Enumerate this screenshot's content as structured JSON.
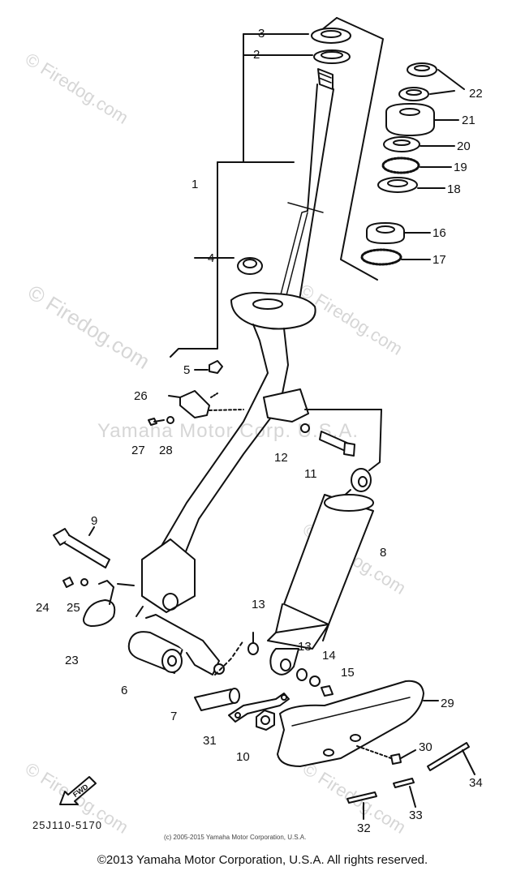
{
  "watermarks": {
    "site": "© Firedog.com",
    "center": "Yamaha Motor Corp. U.S.A."
  },
  "callouts": {
    "n1": "1",
    "n2": "2",
    "n3": "3",
    "n4": "4",
    "n5": "5",
    "n6": "6",
    "n7": "7",
    "n8": "8",
    "n9": "9",
    "n10": "10",
    "n11": "11",
    "n12": "12",
    "n13a": "13",
    "n13b": "13",
    "n14": "14",
    "n15": "15",
    "n16": "16",
    "n17": "17",
    "n18": "18",
    "n19": "19",
    "n20": "20",
    "n21": "21",
    "n22": "22",
    "n23": "23",
    "n24": "24",
    "n25": "25",
    "n26": "26",
    "n27": "27",
    "n28": "28",
    "n29": "29",
    "n30": "30",
    "n31": "31",
    "n32": "32",
    "n33": "33",
    "n34": "34"
  },
  "fwd_label": "FWD",
  "part_code": "25J110-5170",
  "small_copyright": "(c) 2005-2015 Yamaha Motor Corporation, U.S.A.",
  "footer": "©2013 Yamaha Motor Corporation, U.S.A. All rights reserved."
}
